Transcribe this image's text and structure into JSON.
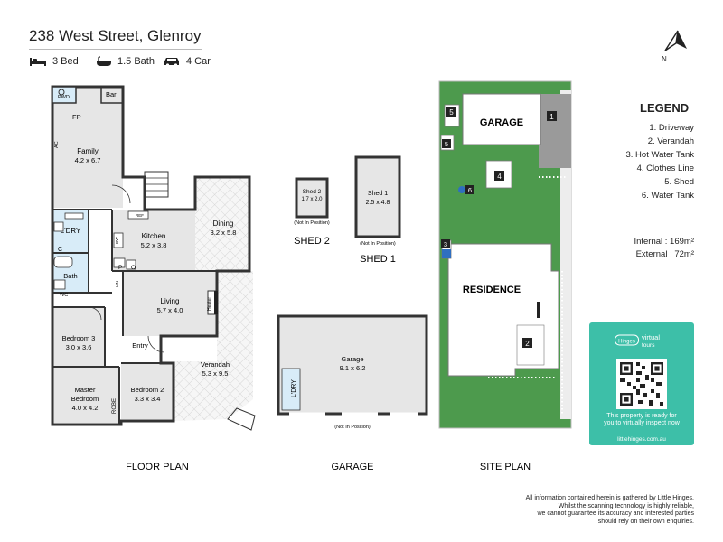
{
  "header": {
    "address": "238 West Street, Glenroy",
    "beds": "3 Bed",
    "baths": "1.5 Bath",
    "cars": "4 Car"
  },
  "labels": {
    "floor_plan": "FLOOR PLAN",
    "garage": "GARAGE",
    "site_plan": "SITE PLAN",
    "shed2": "SHED 2",
    "shed1": "SHED 1"
  },
  "rooms": {
    "pwd": "PWD",
    "bar": "Bar",
    "fp": "FP",
    "ac": "AC",
    "family_name": "Family",
    "family_dim": "4.2 x 6.7",
    "ldry": "L'DRY",
    "c": "C",
    "bath": "Bath",
    "wc": "WC",
    "kitchen_name": "Kitchen",
    "kitchen_dim": "5.2 x 3.8",
    "dining_name": "Dining",
    "dining_dim": "3.2 x 5.8",
    "living_name": "Living",
    "living_dim": "5.7 x 4.0",
    "heater": "Heater",
    "bed3_name": "Bedroom 3",
    "bed3_dim": "3.0 x 3.6",
    "entry": "Entry",
    "master_name1": "Master",
    "master_name2": "Bedroom",
    "master_dim": "4.0 x 4.2",
    "robe": "ROBE",
    "bed2_name": "Bedroom 2",
    "bed2_dim": "3.3 x 3.4",
    "verandah_name": "Verandah",
    "verandah_dim": "5.3 x 9.5",
    "p": "P",
    "o": "O",
    "dw": "DW",
    "ref": "REF",
    "lin": "LIN"
  },
  "sheds": {
    "shed2_name": "Shed 2",
    "shed2_dim": "1.7 x 2.0",
    "shed2_note": "(Not In Position)",
    "shed1_name": "Shed 1",
    "shed1_dim": "2.5 x 4.8",
    "shed1_note": "(Not In Position)"
  },
  "garage_plan": {
    "name": "Garage",
    "dim": "9.1 x 6.2",
    "ldry": "L'DRY",
    "note": "(Not In Position)"
  },
  "site": {
    "garage": "GARAGE",
    "residence": "RESIDENCE",
    "markers": [
      "1",
      "2",
      "3",
      "4",
      "5",
      "5",
      "6"
    ]
  },
  "compass": {
    "north": "N"
  },
  "legend": {
    "title": "LEGEND",
    "items": [
      "1. Driveway",
      "2. Verandah",
      "3. Hot Water Tank",
      "4. Clothes Line",
      "5. Shed",
      "6. Water Tank"
    ]
  },
  "areas": {
    "internal": "Internal : 169m²",
    "external": "External :  72m²"
  },
  "virtual_tour": {
    "brand": "Hinges",
    "product_line1": "virtual",
    "product_line2": "tours",
    "message_line1": "This property is ready for",
    "message_line2": "you to virtually inspect now",
    "url": "littlehinges.com.au"
  },
  "disclaimer": [
    "All information contained herein is gathered by Little Hinges.",
    "Whilst the scanning technology is highly reliable,",
    "we cannot guarantee its accuracy and interested parties",
    "should rely on their own enquiries."
  ],
  "colors": {
    "room_fill": "#e6e6e6",
    "wall": "#333333",
    "grass": "#4d9a4d",
    "accent_teal": "#3dbfa8",
    "water_blue": "#d8ecf8",
    "tank_blue": "#2f6fc0"
  }
}
